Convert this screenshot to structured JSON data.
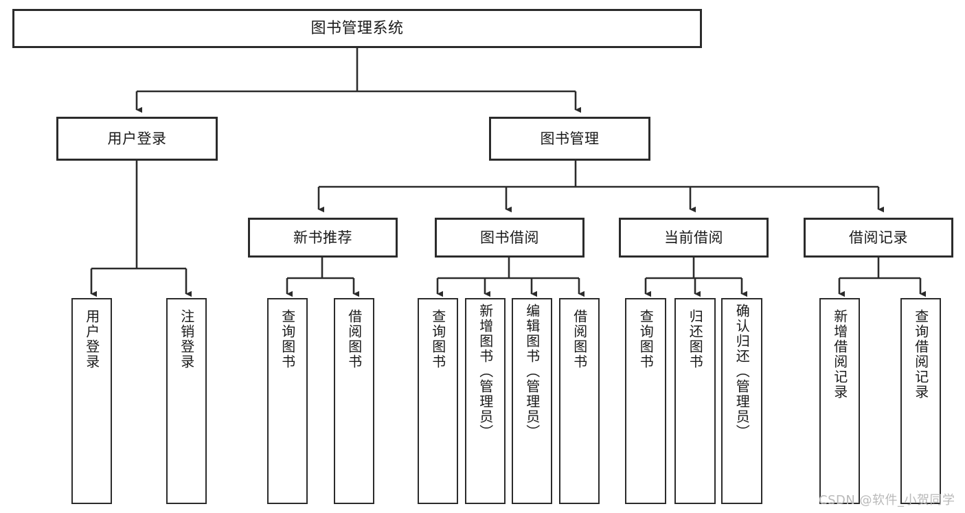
{
  "diagram": {
    "type": "hierarchy-tree",
    "title": "图书管理系统",
    "root": {
      "label": "图书管理系统"
    },
    "level2": [
      {
        "label": "用户登录"
      },
      {
        "label": "图书管理"
      }
    ],
    "level3": [
      {
        "label": "新书推荐"
      },
      {
        "label": "图书借阅"
      },
      {
        "label": "当前借阅"
      },
      {
        "label": "借阅记录"
      }
    ],
    "leaves": [
      {
        "label": "用户登录",
        "parent": "用户登录"
      },
      {
        "label": "注销登录",
        "parent": "用户登录"
      },
      {
        "label": "查询图书",
        "parent": "新书推荐"
      },
      {
        "label": "借阅图书",
        "parent": "新书推荐"
      },
      {
        "label": "查询图书",
        "parent": "图书借阅"
      },
      {
        "label": "新增图书（管理员）",
        "parent": "图书借阅"
      },
      {
        "label": "编辑图书（管理员）",
        "parent": "图书借阅"
      },
      {
        "label": "借阅图书",
        "parent": "图书借阅"
      },
      {
        "label": "查询图书",
        "parent": "当前借阅"
      },
      {
        "label": "归还图书",
        "parent": "当前借阅"
      },
      {
        "label": "确认归还（管理员）",
        "parent": "当前借阅"
      },
      {
        "label": "新增借阅记录",
        "parent": "借阅记录"
      },
      {
        "label": "查询借阅记录",
        "parent": "借阅记录"
      }
    ],
    "watermark": "CSDN @软件_小贺同学",
    "colors": {
      "stroke": "#2b2b2b",
      "fill": "#ffffff",
      "text": "#1a1a1a",
      "watermark": "#b9b9b9"
    }
  }
}
